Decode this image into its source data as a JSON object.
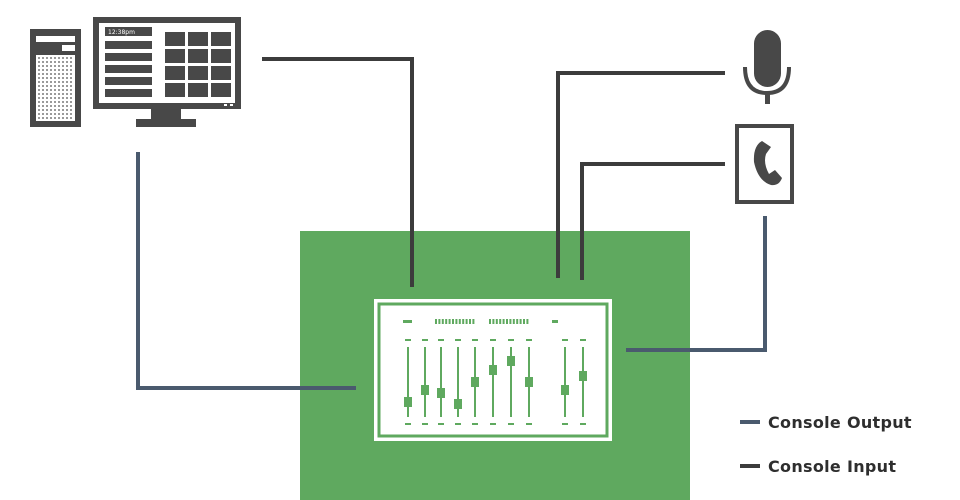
{
  "computer": {
    "clock_text": "12:38pm"
  },
  "legend": {
    "items": [
      {
        "label": "Console Output",
        "color": "#4a5a6e"
      },
      {
        "label": "Console Input",
        "color": "#3c3c3c"
      }
    ]
  },
  "colors": {
    "board": "#5fa95f",
    "device": "#484848",
    "console_accent": "#5fa95f"
  }
}
